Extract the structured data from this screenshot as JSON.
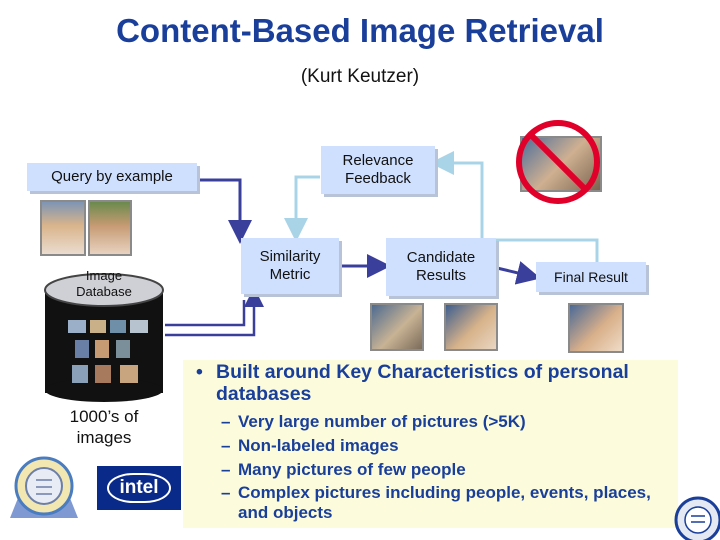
{
  "title": "Content-Based Image Retrieval",
  "subtitle": "(Kurt Keutzer)",
  "diagram": {
    "query_label": "Query by example",
    "relevance_label": "Relevance\nFeedback",
    "similarity_label": "Similarity\nMetric",
    "candidate_label": "Candidate\nResults",
    "final_label": "Final Result",
    "database_label": "Image\nDatabase",
    "count_label": "1000’s of\nimages",
    "logo_text": "intel"
  },
  "bullets": {
    "main": "Built around Key Characteristics of personal databases",
    "sub": [
      "Very large number of pictures (>5K)",
      "Non-labeled images",
      "Many pictures of few people",
      "Complex pictures including people, events, places, and objects"
    ]
  },
  "colors": {
    "title": "#1a3f9b",
    "box_fill": "#cfe0ff",
    "arrow_dark": "#3b3f9c",
    "arrow_light": "#a9d4e8",
    "bullet_bg": "#fcfcdc",
    "prohibit": "#e0002a"
  }
}
